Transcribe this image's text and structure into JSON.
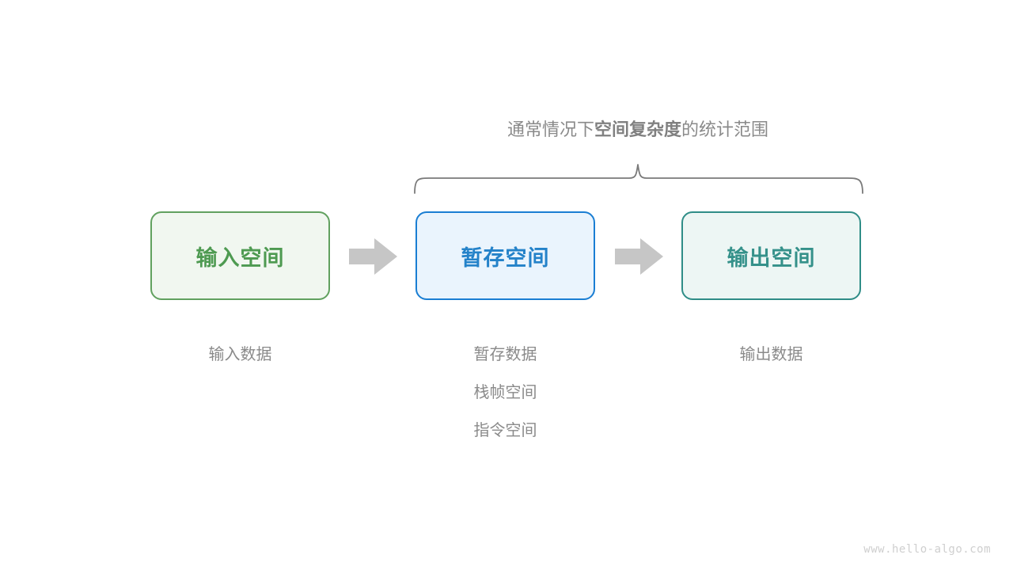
{
  "diagram": {
    "scope_caption": {
      "prefix": "通常情况下",
      "emphasis": "空间复杂度",
      "suffix": "的统计范围",
      "color": "#8a8a8a"
    },
    "brace": {
      "name": "curly-brace",
      "color": "#7a7a7a",
      "spans_boxes": [
        "暂存空间",
        "输出空间"
      ]
    },
    "boxes": [
      {
        "key": "input",
        "label": "输入空间",
        "text_color": "#4e9a51",
        "fill": "#f1f7f0",
        "border": "#61a15f"
      },
      {
        "key": "temp",
        "label": "暂存空间",
        "text_color": "#2482c9",
        "fill": "#eaf4fd",
        "border": "#1a7ed3"
      },
      {
        "key": "output",
        "label": "输出空间",
        "text_color": "#35918a",
        "fill": "#edf6f4",
        "border": "#2f8d87"
      }
    ],
    "arrows": [
      {
        "key": "arrow-input-to-temp",
        "color": "#c6c6c6"
      },
      {
        "key": "arrow-temp-to-output",
        "color": "#c6c6c6"
      }
    ],
    "captions": [
      {
        "key": "input",
        "lines": [
          "输入数据"
        ]
      },
      {
        "key": "temp",
        "lines": [
          "暂存数据",
          "栈帧空间",
          "指令空间"
        ]
      },
      {
        "key": "output",
        "lines": [
          "输出数据"
        ]
      }
    ],
    "watermark": "www.hello-algo.com"
  }
}
